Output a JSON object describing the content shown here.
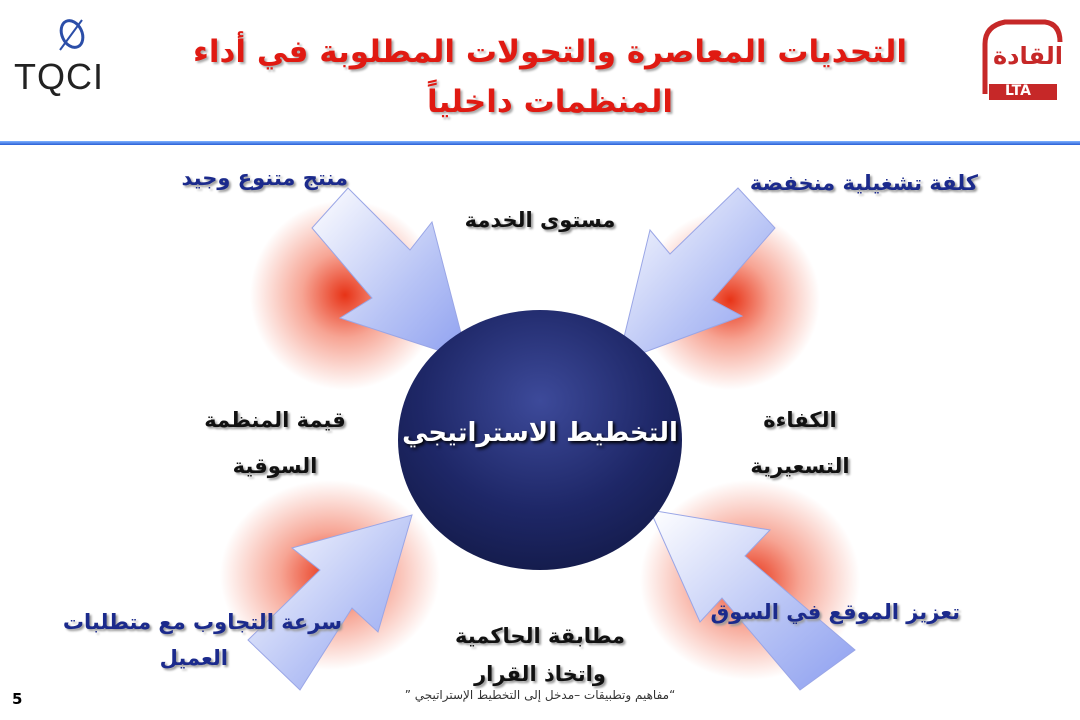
{
  "header": {
    "title_line1": "التحديات المعاصرة والتحولات المطلوبة في أداء",
    "title_line2": "المنظمات داخلياً",
    "left_logo_text": "TQCI",
    "right_logo_text": "القادة",
    "right_logo_sub": "LTA"
  },
  "diagram": {
    "center": "التخطيط الاستراتيجي",
    "arrow_labels": {
      "top_left": "منتج متنوع وجيد",
      "top_right": "كلفة تشغيلية منخفضة",
      "bottom_left_line1": "سرعة التجاوب مع متطلبات",
      "bottom_left_line2": "العميل",
      "bottom_right": "تعزيز الموقع في السوق"
    },
    "inner_labels": {
      "top_line1": "مستوى الخدمة",
      "left_line1": "قيمة المنظمة",
      "left_line2": "السوقية",
      "right_line1": "الكفاءة",
      "right_line2": "التسعيرية",
      "bottom_line1": "مطابقة الحاكمية",
      "bottom_line2": "واتخاذ القرار"
    }
  },
  "footer": {
    "text": "“مفاهيم وتطبيقات –مدخل إلى التخطيط الإستراتيجي ”",
    "page_number": "5"
  },
  "colors": {
    "title": "#e01a12",
    "label_blue": "#1b2a8c",
    "sphere": "#1c2460",
    "glow": "#e6280a"
  }
}
